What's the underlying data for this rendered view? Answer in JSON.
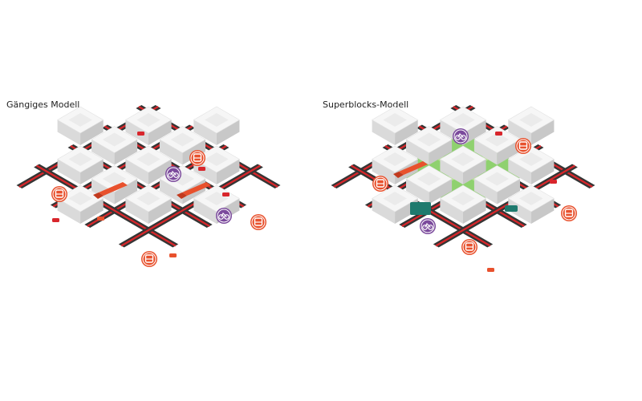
{
  "panels": [
    {
      "id": "left",
      "title": "Gängiges Modell",
      "superblock": false
    },
    {
      "id": "right",
      "title": "Superblocks-Modell",
      "superblock": true
    }
  ],
  "colors": {
    "road": "#353535",
    "road_line": "#d9262a",
    "block_top": "#f6f6f6",
    "block_left": "#dadada",
    "block_right": "#c8c8c8",
    "courtyard": "#ebebeb",
    "green": "#8fd16f",
    "green_light": "#b4e48f",
    "bus_marker": "#e8512d",
    "bike_marker": "#7b4a9c",
    "truck": "#e8512d",
    "car": "#d8262c",
    "tram": "#1e7a6e"
  },
  "icons": [
    "bus-icon",
    "bicycle-icon",
    "truck-icon",
    "car-icon",
    "tram-icon"
  ]
}
